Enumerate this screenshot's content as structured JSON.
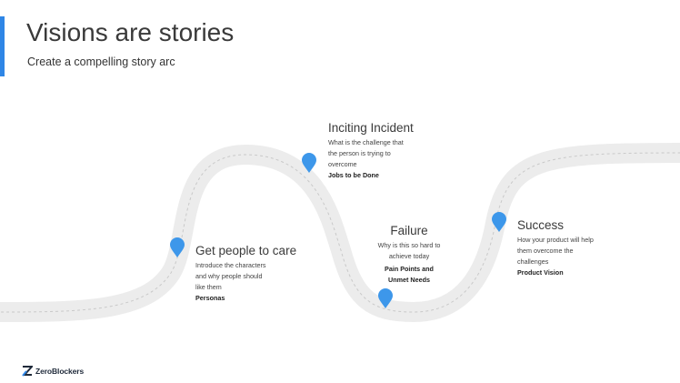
{
  "slide": {
    "title": "Visions are stories",
    "subtitle": "Create a compelling story arc",
    "accent_color": "#2f86e6"
  },
  "road": {
    "color": "#ececec",
    "dash_color": "#c9c9c9",
    "pin_color": "#3d97ea"
  },
  "stages": [
    {
      "id": "care",
      "heading": "Get people to care",
      "description_lines": [
        "Introduce the characters",
        "and why people  should",
        "like them"
      ],
      "key_lines": [
        "Personas"
      ]
    },
    {
      "id": "inciting",
      "heading": "Inciting Incident",
      "description_lines": [
        "What is the challenge that",
        "the person is trying to",
        "overcome"
      ],
      "key_lines": [
        "Jobs to be Done"
      ]
    },
    {
      "id": "failure",
      "heading": "Failure",
      "description_lines": [
        "Why is this so hard to",
        "achieve today"
      ],
      "key_lines": [
        "Pain Points and",
        "Unmet Needs"
      ]
    },
    {
      "id": "success",
      "heading": "Success",
      "description_lines": [
        "How your product will help",
        "them overcome the",
        "challenges"
      ],
      "key_lines": [
        "Product Vision"
      ]
    }
  ],
  "logo": {
    "text": "ZeroBlockers",
    "icon": "z-mark-icon"
  }
}
